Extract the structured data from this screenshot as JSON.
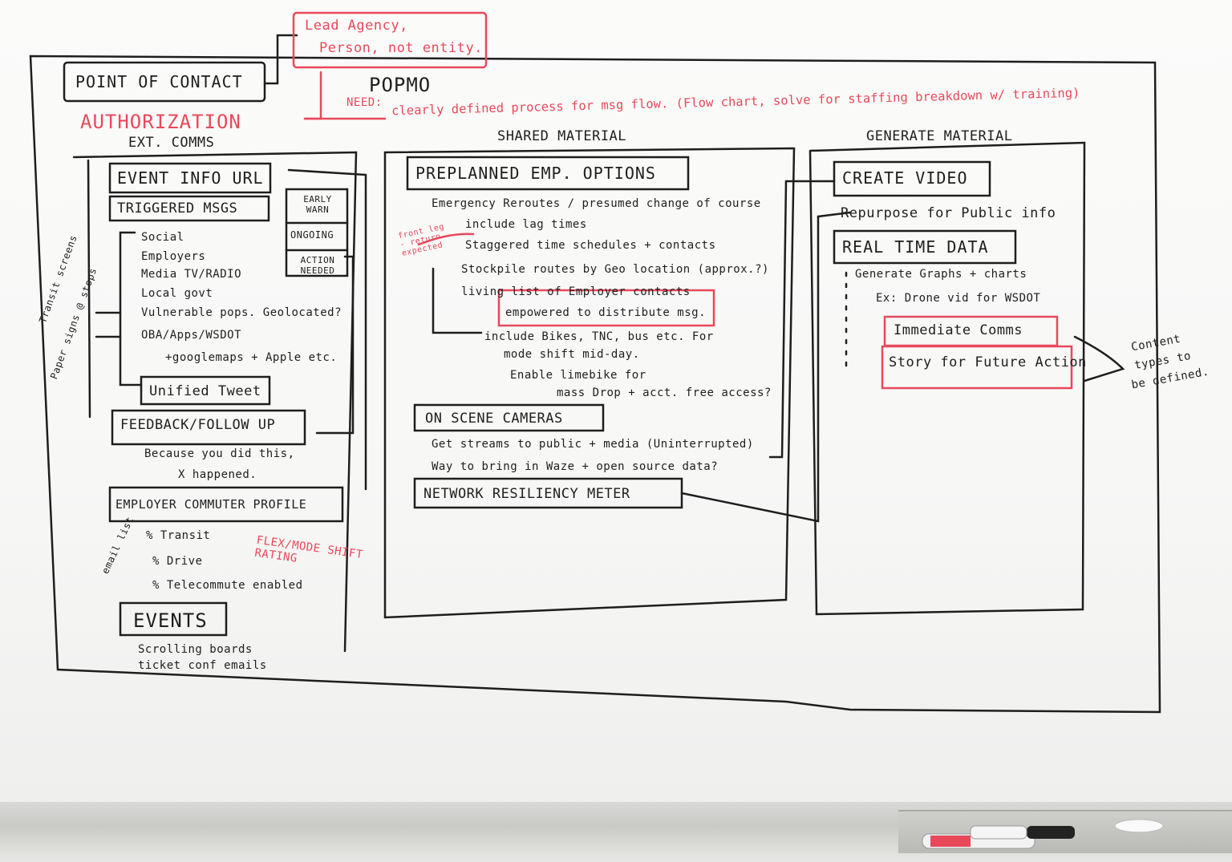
{
  "board": {
    "top_note": [
      "Lead Agency,",
      "Person, not entity."
    ],
    "point_of_contact": "POINT OF CONTACT",
    "authorization": "AUTHORIZATION",
    "popmo": "POPMO",
    "need_label": "NEED:",
    "need_text": "clearly defined process for msg flow. (Flow chart, solve for staffing breakdown w/ training)"
  },
  "ext_comms": {
    "title": "EXT. COMMS",
    "event_info_url": "EVENT INFO URL",
    "triggered_msgs": "TRIGGERED MSGS",
    "phases": [
      "EARLY WARN",
      "ONGOING",
      "ACTION NEEDED"
    ],
    "channels": [
      "Social",
      "Employers",
      "Media TV/RADIO",
      "Local govt",
      "Vulnerable pops. Geolocated?",
      "OBA/Apps/WSDOT",
      "+googlemaps + Apple etc."
    ],
    "unified_tweet": "Unified Tweet",
    "side_note_1": "Transit screens",
    "side_note_2": "Paper signs @ stops",
    "feedback": "FEEDBACK/FOLLOW UP",
    "feedback_sub": [
      "Because you did this,",
      "X happened."
    ],
    "employer_profile": "EMPLOYER COMMUTER PROFILE",
    "email_list": "email list",
    "profile_items": [
      "% Transit",
      "% Drive",
      "% Telecommute enabled"
    ],
    "flex_note": "FLEX/MODE SHIFT RATING",
    "events": "EVENTS",
    "events_sub": [
      "Scrolling boards",
      "ticket conf emails"
    ]
  },
  "shared_material": {
    "title": "SHARED MATERIAL",
    "preplanned": "PREPLANNED EMP. OPTIONS",
    "items": [
      "Emergency Reroutes / presumed change of course",
      "include lag times",
      "Staggered time schedules + contacts",
      "Stockpile routes by Geo location (approx.?)",
      "living list of Employer contacts",
      "empowered to distribute msg."
    ],
    "side_note": "front leg - return expected",
    "modes": [
      "include Bikes, TNC, bus etc. For",
      "mode shift mid-day."
    ],
    "limebike": [
      "Enable limebike for",
      "mass Drop + acct. free access?"
    ],
    "on_scene": "ON SCENE CAMERAS",
    "camera_items": [
      "Get streams to public + media (Uninterrupted)",
      "Way to bring in Waze + open source data?"
    ],
    "network": "NETWORK RESILIENCY METER"
  },
  "generate_material": {
    "title": "GENERATE MATERIAL",
    "create_video": "CREATE VIDEO",
    "repurpose": "Repurpose for Public info",
    "real_time": "REAL TIME DATA",
    "graphs": "Generate Graphs + charts",
    "drone": "Ex: Drone vid for WSDOT",
    "immediate": "Immediate Comms",
    "story": "Story for Future Action",
    "content_note": [
      "Content",
      "types to",
      "be defined."
    ]
  },
  "colors": {
    "ink": "#1e1e1e",
    "red_ink": "#e8495a",
    "board": "#f7f7f6"
  }
}
